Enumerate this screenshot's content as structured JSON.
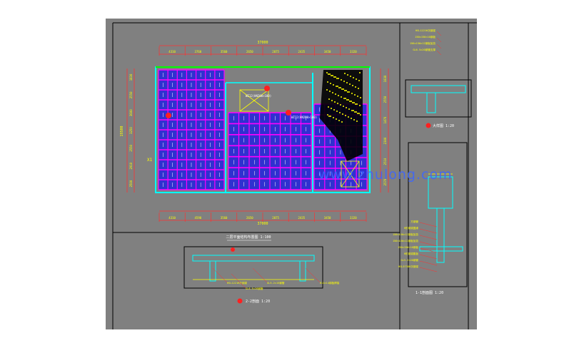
{
  "drawing": {
    "total_dim_top": "37000",
    "total_dim_bottom": "37000",
    "total_dim_left": "19500",
    "dims_top": [
      "4310",
      "3760",
      "3560",
      "2650",
      "2075",
      "2435",
      "3450",
      "3320"
    ],
    "dims_bottom": [
      "4310",
      "4590",
      "3560",
      "2650",
      "2075",
      "2435",
      "3450",
      "3320"
    ],
    "dims_left": [
      "1830",
      "2550",
      "3600",
      "3250",
      "2550",
      "2910",
      "2500"
    ],
    "dims_right": [
      "1830",
      "2550",
      "1470",
      "2300",
      "2510",
      "2570"
    ],
    "note_1": "WZ12(HN200×100)",
    "note_2": "WZ12(HN200×100)",
    "label_x1": "X1",
    "main_title": "二层平面结构布置图  1:100",
    "section_a_title": "大样图  1:20",
    "section_b_title": "1-1剖面图  1:20",
    "section_c_title": "2-2剖面  1:20",
    "callouts_a": [
      "HSL1221H次钢梁",
      "150×150×10钢板",
      "150×150×12钢板加劲",
      "GL6.5×20钢管支撑"
    ],
    "callouts_b": [
      "方钢管",
      "H形钢梁翼缘",
      "150×150×12钢板加劲",
      "150×150×12钢板加劲",
      "150×150×10钢板",
      "H形钢梁腹板",
      "GL5.2×20钢管",
      "HSL5730H次钢梁"
    ],
    "callouts_c": [
      "GL5.2×15钢管",
      "HSL1221H次钢梁",
      "GL6.5×20钢管",
      "H14×14钢板焊接"
    ],
    "watermark": "www.zhulong.com"
  },
  "colors": {
    "background": "#808080",
    "line": "#ffff00",
    "wall": "#00ffff",
    "beam": "#ff00ff",
    "slab": "#3030d0",
    "dim": "#ff3030",
    "green": "#00ff00"
  }
}
